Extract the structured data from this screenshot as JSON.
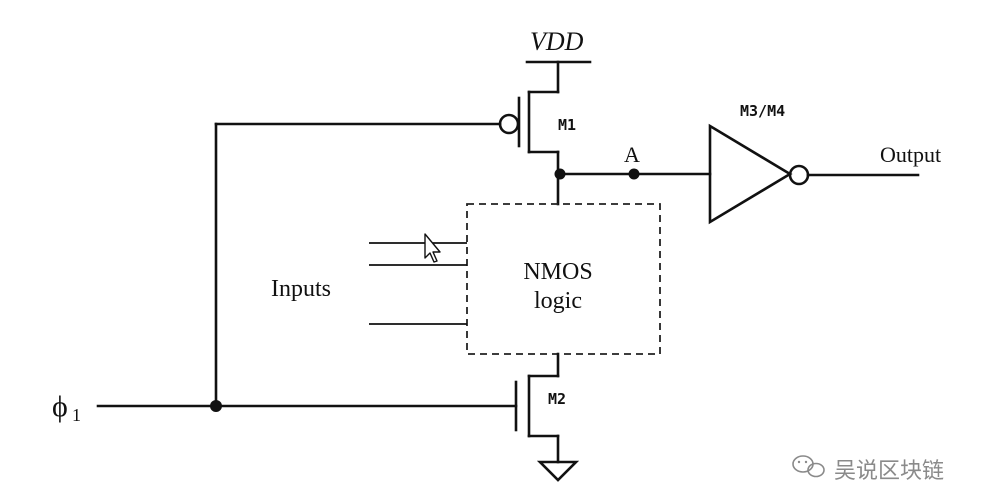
{
  "diagram": {
    "supply_label": "VDD",
    "transistor_m1": "M1",
    "transistor_m2": "M2",
    "inverter_label": "M3/M4",
    "node_a_label": "A",
    "output_label": "Output",
    "inputs_label": "Inputs",
    "logic_block": {
      "line1": "NMOS",
      "line2": "logic"
    },
    "clock_label": "ϕ",
    "clock_subscript": "1"
  },
  "watermark": {
    "text": "吴说区块链",
    "icon": "wechat-icon"
  }
}
